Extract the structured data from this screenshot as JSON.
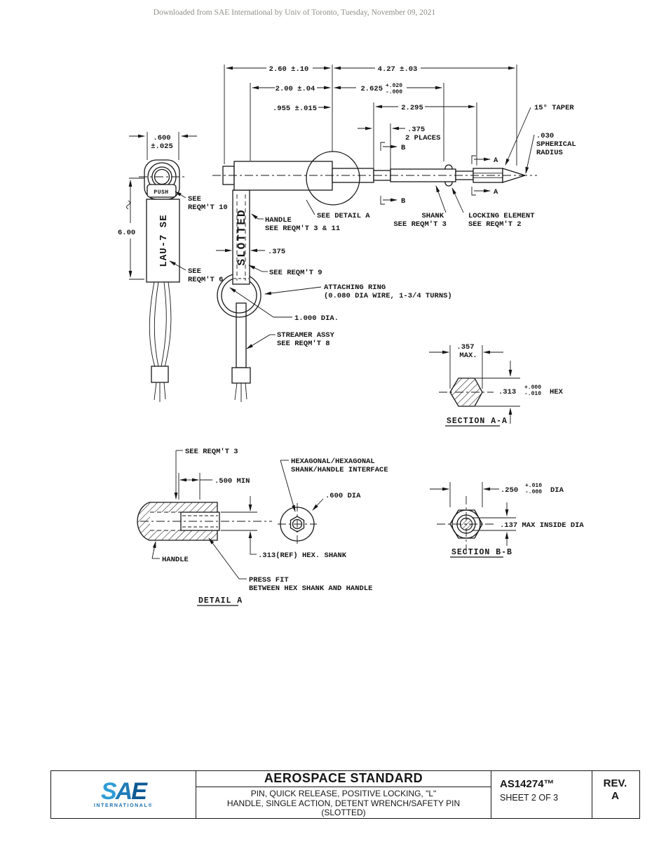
{
  "watermark": {
    "text": "Downloaded from SAE International by Univ of Toronto, Tuesday, November 09, 2021"
  },
  "drawing": {
    "dims": {
      "len_260": "2.60 ±.10",
      "len_427": "4.27 ±.03",
      "len_200": "2.00 ±.04",
      "len_2625": "2.625",
      "len_2625_plus": "+.020",
      "len_2625_minus": "-.000",
      "len_955": ".955 ±.015",
      "len_2295": "2.295",
      "dia_375_tip": ".375",
      "dia_375_tip_note": "2 PLACES",
      "taper": "15° TAPER",
      "sph_1": ".030",
      "sph_2": "SPHERICAL",
      "sph_3": "RADIUS",
      "tag_width": ".600",
      "tag_width_tol": "±.025",
      "tag_len": "6.00",
      "leg_width": ".375",
      "ring_dia": "1.000 DIA.",
      "sec_a": "A",
      "sec_b": "B"
    },
    "callouts": {
      "push": "PUSH",
      "tag_text": "LAU-7 SE",
      "slotted": "SLOTTED",
      "reqmt10_1": "SEE",
      "reqmt10_2": "REQM'T 10",
      "reqmt6_1": "SEE",
      "reqmt6_2": "REQM'T 6",
      "handle_1": "HANDLE",
      "handle_2": "SEE REQM'T 3 & 11",
      "see_detail_a": "SEE DETAIL A",
      "shank_1": "SHANK",
      "shank_2": "SEE REQM'T 3",
      "locking_1": "LOCKING ELEMENT",
      "locking_2": "SEE REQM'T 2",
      "reqmt9": "SEE REQM'T 9",
      "ring_1": "ATTACHING RING",
      "ring_2": "(0.080 DIA WIRE, 1-3/4 TURNS)",
      "streamer_1": "STREAMER ASSY",
      "streamer_2": "SEE REQM'T 8"
    },
    "section_aa": {
      "w1": ".357",
      "w2": "MAX.",
      "hex_val": ".313",
      "hex_plus": "+.000",
      "hex_minus": "-.010",
      "hex_suffix": "HEX",
      "title": "SECTION A-A"
    },
    "section_bb": {
      "dia_val": ".250",
      "dia_plus": "+.010",
      "dia_minus": "-.000",
      "dia_suffix": "DIA",
      "inside": ".137 MAX INSIDE DIA",
      "title": "SECTION B-B"
    },
    "detail_a": {
      "reqmt3": "SEE REQM'T 3",
      "min500": ".500 MIN",
      "hexint_1": "HEXAGONAL/HEXAGONAL",
      "hexint_2": "SHANK/HANDLE INTERFACE",
      "dia600": ".600 DIA",
      "handle": "HANDLE",
      "hexshank": ".313(REF) HEX. SHANK",
      "press_1": "PRESS FIT",
      "press_2": "BETWEEN HEX SHANK AND HANDLE",
      "title": "DETAIL A"
    }
  },
  "title_block": {
    "logo_s": "S",
    "logo_a": "A",
    "logo_e": "E",
    "logo_sub": "INTERNATIONAL®",
    "doc_type": "AEROSPACE STANDARD",
    "subtitle_1": "PIN, QUICK RELEASE, POSITIVE LOCKING, \"L\"",
    "subtitle_2": "HANDLE, SINGLE ACTION, DETENT WRENCH/SAFETY PIN",
    "subtitle_3": "(SLOTTED)",
    "doc_number": "AS14274™",
    "sheet": "SHEET 2 OF 3",
    "rev_label": "REV.",
    "rev_value": "A"
  },
  "colors": {
    "ink": "#161616",
    "watermark_gray": "#8f8f8a",
    "sae_light_blue": "#2f9cd6",
    "sae_mid_blue": "#1f7ab8",
    "sae_dark_blue": "#0e5a94"
  }
}
